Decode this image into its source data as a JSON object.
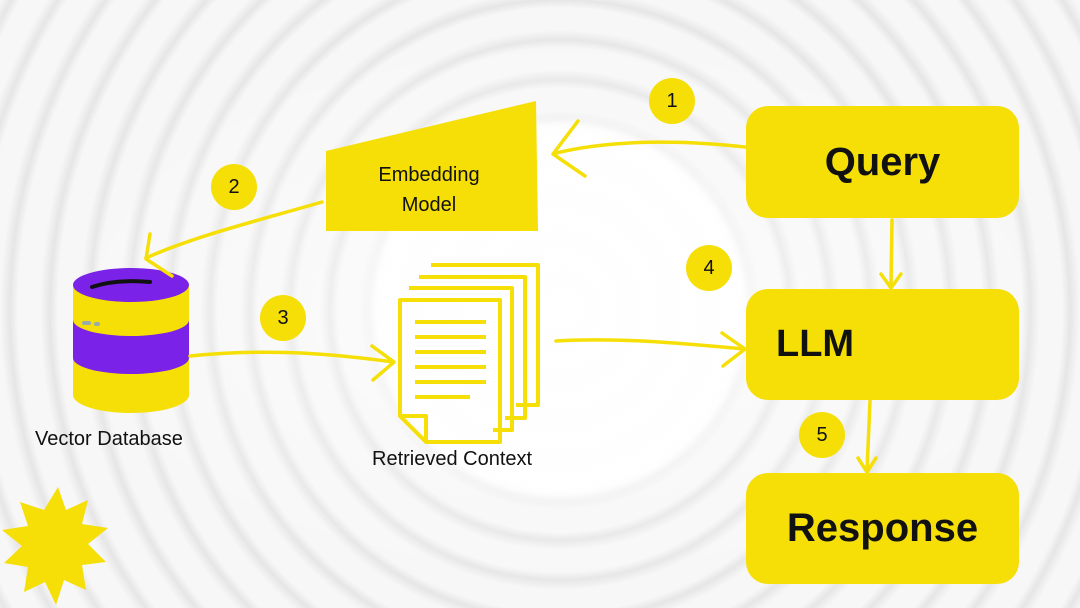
{
  "nodes": {
    "query": "Query",
    "llm": "LLM",
    "response": "Response",
    "embedding_model_line1": "Embedding",
    "embedding_model_line2": "Model",
    "vector_database": "Vector Database",
    "retrieved_context": "Retrieved Context"
  },
  "steps": [
    "1",
    "2",
    "3",
    "4",
    "5"
  ],
  "colors": {
    "accent": "#f5df07",
    "db_purple": "#7a22e8",
    "gear_blue": "#1aa6df",
    "gear_orange": "#f59c1a",
    "text": "#111111"
  }
}
